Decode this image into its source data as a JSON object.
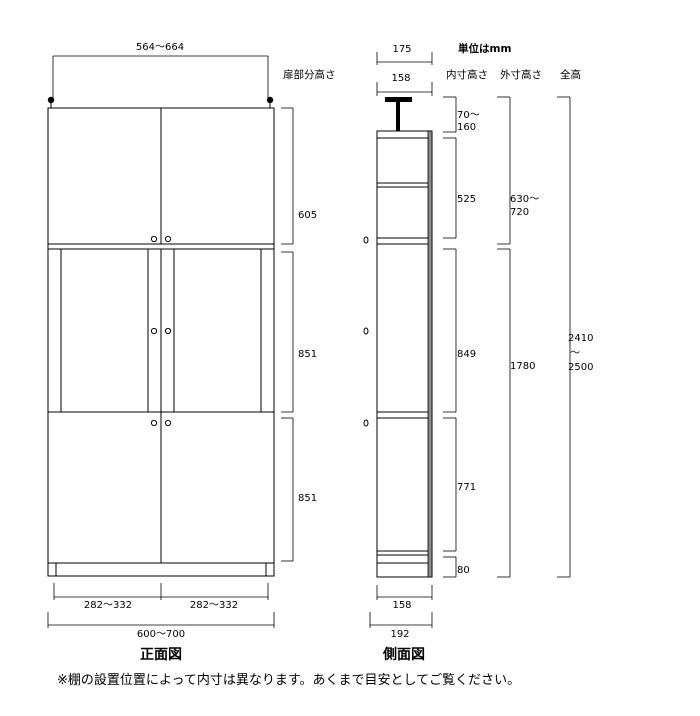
{
  "unit_label": "単位はmm",
  "front": {
    "title": "正面図",
    "top_width": "564～664",
    "door_left_width": "282～332",
    "door_right_width": "282～332",
    "total_width": "600～700",
    "door_heights_header": "扉部分高さ",
    "door_heights": [
      "605",
      "851",
      "851"
    ]
  },
  "side": {
    "title": "側面図",
    "top_outer_depth": "175",
    "top_inner_depth": "158",
    "bottom_inner_depth": "158",
    "bottom_outer_depth": "192",
    "inner_header": "内寸高さ",
    "outer_header": "外寸高さ",
    "total_header": "全高",
    "inner_heights": [
      {
        "line1": "70～",
        "line2": "160"
      },
      {
        "line1": "525",
        "line2": ""
      },
      {
        "line1": "849",
        "line2": ""
      },
      {
        "line1": "771",
        "line2": ""
      },
      {
        "line1": "80",
        "line2": ""
      }
    ],
    "outer_heights": [
      {
        "line1": "630～",
        "line2": "720"
      },
      {
        "line1": "1780",
        "line2": ""
      }
    ],
    "total_height": {
      "line1": "2410",
      "line2": "～",
      "line3": "2500"
    }
  },
  "footnote": "※棚の設置位置によって内寸は異なります。あくまで目安としてご覧ください。"
}
